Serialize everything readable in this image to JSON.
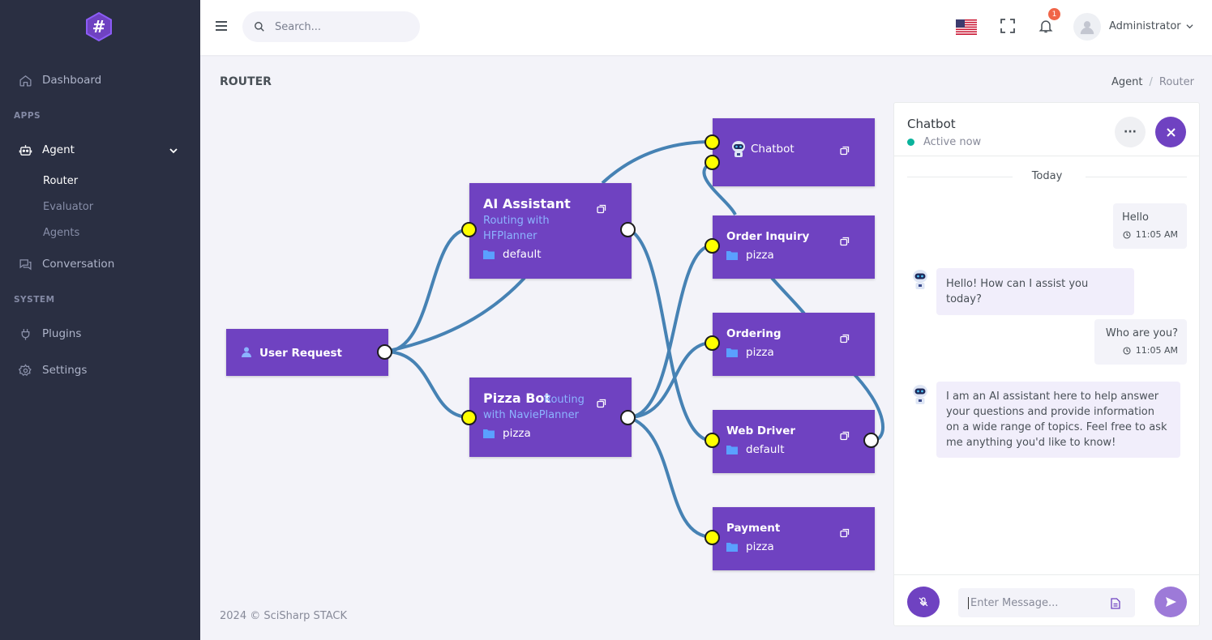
{
  "sidebar": {
    "items": {
      "dashboard": "Dashboard",
      "apps_section": "APPS",
      "agent": "Agent",
      "router": "Router",
      "evaluator": "Evaluator",
      "agents": "Agents",
      "conversation": "Conversation",
      "system_section": "SYSTEM",
      "plugins": "Plugins",
      "settings": "Settings"
    }
  },
  "topbar": {
    "search_placeholder": "Search...",
    "notification_count": "1",
    "user_name": "Administrator"
  },
  "page": {
    "title": "ROUTER",
    "breadcrumb": [
      "Agent",
      "/",
      "Router"
    ]
  },
  "flow": {
    "user_request": "User Request",
    "ai_assistant": {
      "title": "AI Assistant",
      "subtitle": "Routing with HFPlanner",
      "folder": "default"
    },
    "pizza_bot": {
      "title": "Pizza Bot",
      "subtitle": "Routing with NaviePlanner",
      "folder": "pizza"
    },
    "chatbot": {
      "title": "Chatbot"
    },
    "order_inquiry": {
      "title": "Order Inquiry",
      "folder": "pizza"
    },
    "ordering": {
      "title": "Ordering",
      "folder": "pizza"
    },
    "web_driver": {
      "title": "Web Driver",
      "folder": "default"
    },
    "payment": {
      "title": "Payment",
      "folder": "pizza"
    }
  },
  "footer": {
    "text": "2024 © SciSharp STACK"
  },
  "chat": {
    "title": "Chatbot",
    "status": "Active now",
    "day": "Today",
    "more_label": "···",
    "messages": [
      {
        "text": "Hello",
        "time": "11:05 AM"
      },
      {
        "text": "Hello! How can I assist you today?"
      },
      {
        "text": "Who are you?",
        "time": "11:05 AM"
      },
      {
        "text": "I am an AI assistant here to help answer your questions and provide information on a wide range of topics. Feel free to ask me anything you'd like to know!"
      }
    ],
    "input_placeholder": "Enter Message..."
  },
  "colors": {
    "node": "#6f42c1",
    "sidebar": "#2a2f42",
    "edge": "#4682b4",
    "port_in": "#ffff00",
    "port_out": "#ffffff",
    "online": "#0ab39c"
  }
}
